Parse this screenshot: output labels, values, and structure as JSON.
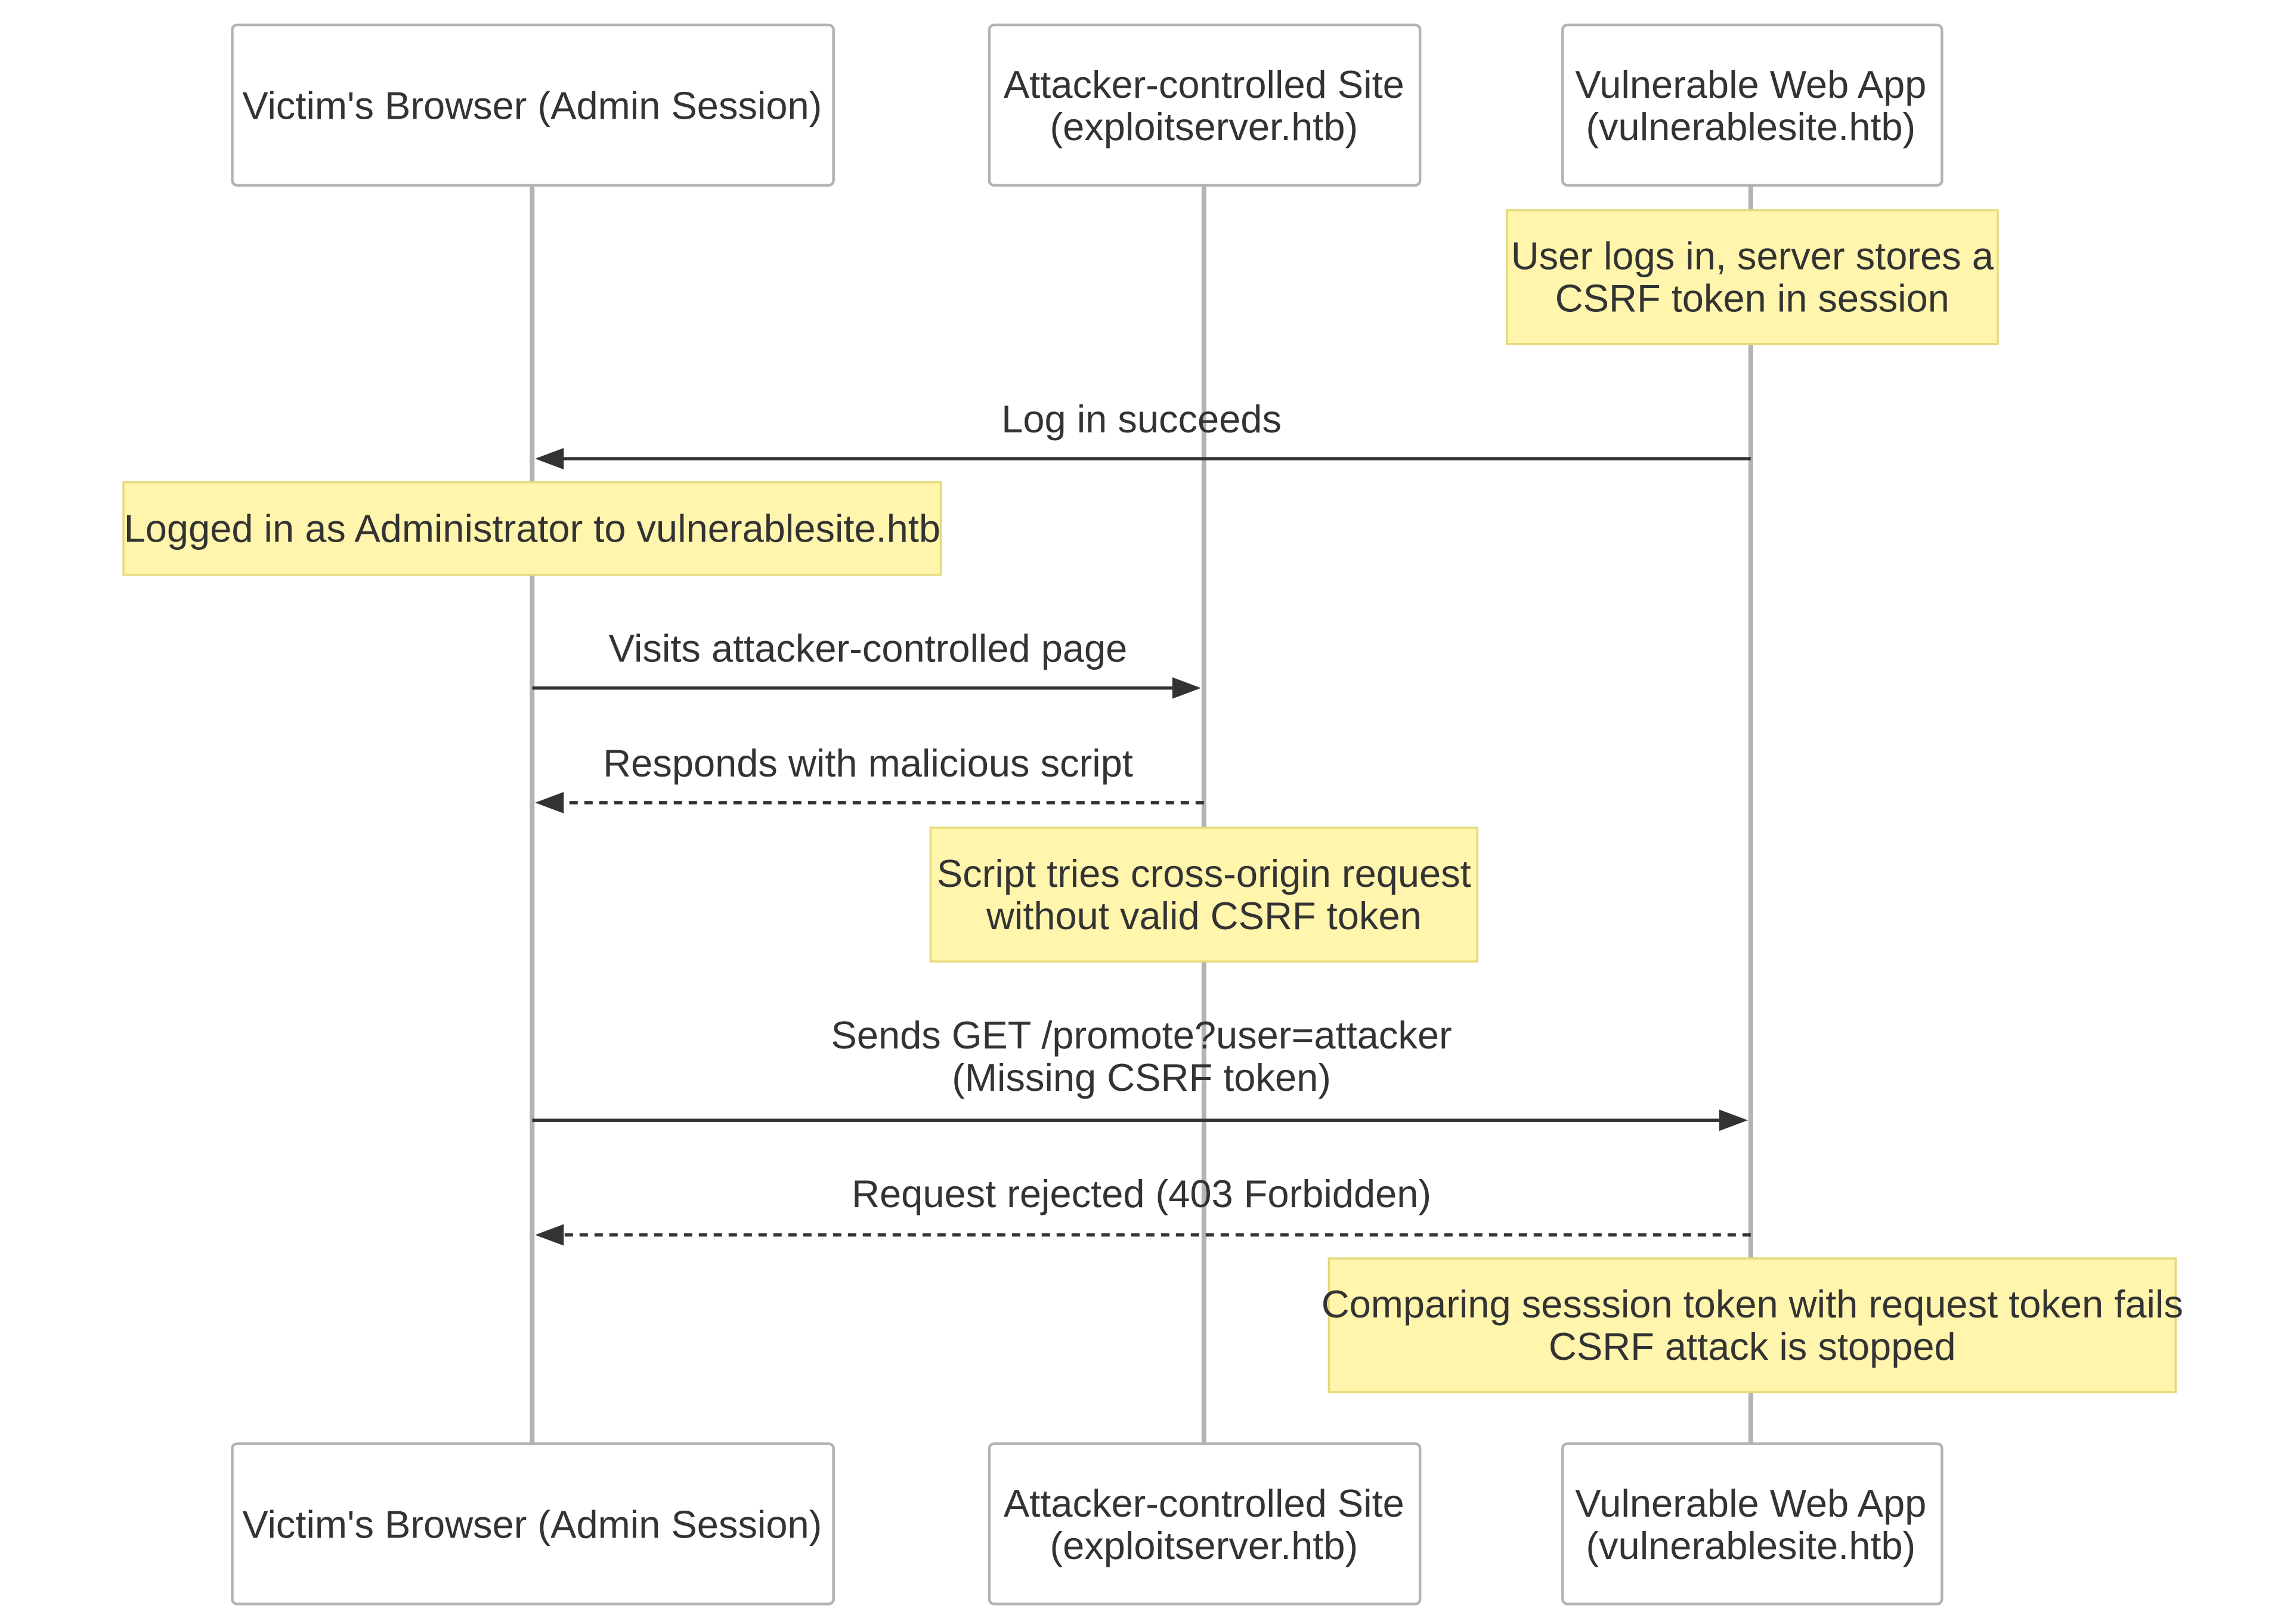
{
  "actors": [
    {
      "id": "browser",
      "lines": [
        "Victim's Browser (Admin Session)"
      ]
    },
    {
      "id": "attacker",
      "lines": [
        "Attacker-controlled Site",
        "(exploitserver.htb)"
      ]
    },
    {
      "id": "webapp",
      "lines": [
        "Vulnerable Web App",
        "(vulnerablesite.htb)"
      ]
    }
  ],
  "notes": [
    {
      "over": "webapp",
      "lines": [
        "User logs in, server stores a",
        "CSRF token in session"
      ]
    },
    {
      "over": "browser",
      "lines": [
        "Logged in as Administrator to vulnerablesite.htb"
      ]
    },
    {
      "over": "attacker",
      "lines": [
        "Script tries cross-origin request",
        "without valid CSRF token"
      ]
    },
    {
      "over": "webapp",
      "lines": [
        "Comparing sesssion token with request token fails",
        "CSRF attack is stopped"
      ]
    }
  ],
  "messages": [
    {
      "from": "webapp",
      "to": "browser",
      "style": "solid",
      "lines": [
        "Log in succeeds"
      ]
    },
    {
      "from": "browser",
      "to": "attacker",
      "style": "solid",
      "lines": [
        "Visits attacker-controlled page"
      ]
    },
    {
      "from": "attacker",
      "to": "browser",
      "style": "dashed",
      "lines": [
        "Responds with malicious script"
      ]
    },
    {
      "from": "browser",
      "to": "webapp",
      "style": "solid",
      "lines": [
        "Sends GET /promote?user=attacker",
        "(Missing CSRF token)"
      ]
    },
    {
      "from": "webapp",
      "to": "browser",
      "style": "dashed",
      "lines": [
        "Request rejected (403 Forbidden)"
      ]
    }
  ],
  "colors": {
    "note_fill": "#fff5ad",
    "note_border": "#e6d97a",
    "lifeline": "#b3b3b3",
    "arrow": "#333333",
    "text": "#333333"
  }
}
